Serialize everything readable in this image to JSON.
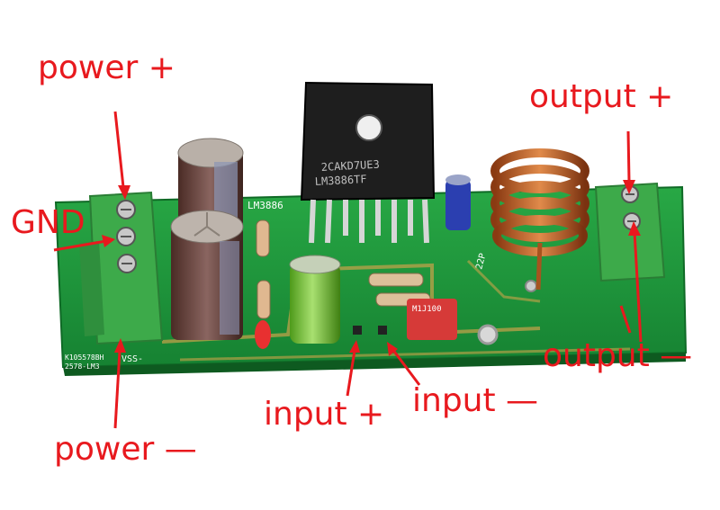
{
  "labels": {
    "power_plus": "power +",
    "gnd": "GND",
    "power_minus": "power —",
    "input_plus": "input +",
    "input_minus": "input —",
    "output_plus": "output +",
    "output_minus": "output —"
  },
  "board_text": {
    "chip_model": "LM3886",
    "chip_marking_1": "2CAKD7UE3",
    "chip_marking_2": "LM3886TF",
    "silk_bottom_1": "K105578BH",
    "silk_bottom_2": "2578-LM3",
    "silk_vss": "VSS-",
    "silk_22p": "22P",
    "cap_red_marking": "M1J100"
  },
  "colors": {
    "annotation": "#e8191e",
    "pcb_green": "#1f9a3c",
    "terminal_green": "#3daa4a",
    "copper": "#c0672b"
  }
}
